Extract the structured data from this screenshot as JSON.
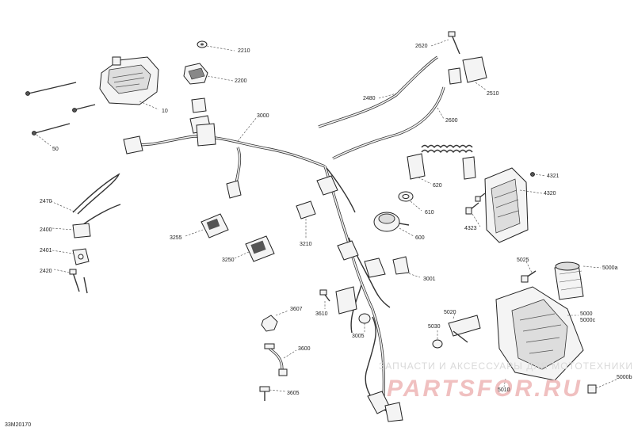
{
  "diagram_id": "33M20170",
  "watermark": {
    "caption": "ЗАПЧАСТИ И АКСЕССУАРЫ ДЛЯ МОТОТЕХНИКИ",
    "logo": "PARTSFOR.RU"
  },
  "callouts": {
    "c2210": "2210",
    "c2200": "2200",
    "c10": "10",
    "c50": "50",
    "c3000": "3000",
    "c2620": "2620",
    "c2510": "2510",
    "c2480": "2480",
    "c2600": "2600",
    "c620": "620",
    "c4321": "4321",
    "c4320": "4320",
    "c4323": "4323",
    "c610": "610",
    "c600": "600",
    "c2470": "2470",
    "c2400": "2400",
    "c2401": "2401",
    "c2420": "2420",
    "c3255": "3255",
    "c3250": "3250",
    "c3210": "3210",
    "c3001": "3001",
    "c5025": "5025",
    "c5000a": "5000a",
    "c5000": "5000",
    "c5000c": "5000c",
    "c3607": "3607",
    "c3610": "3610",
    "c5020": "5020",
    "c5030": "5030",
    "c3005": "3005",
    "c3600": "3600",
    "c3605": "3605",
    "c5010": "5010",
    "c5000b": "5000b"
  }
}
